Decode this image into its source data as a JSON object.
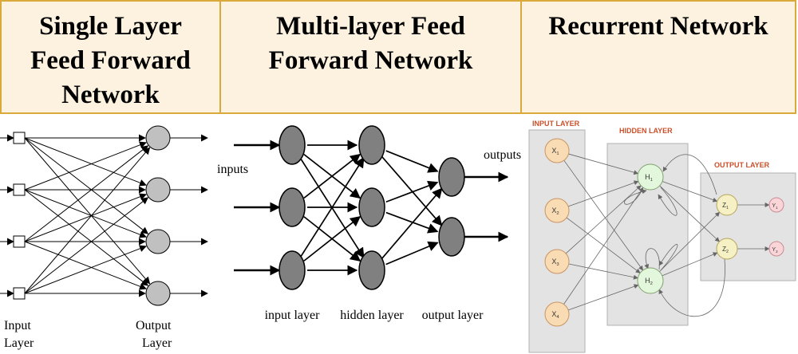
{
  "headers": [
    {
      "lines": [
        "Single Layer",
        "Feed Forward",
        "Network"
      ]
    },
    {
      "lines": [
        "Multi-layer Feed",
        "Forward Network"
      ]
    },
    {
      "lines": [
        "Recurrent Network"
      ]
    }
  ],
  "single_layer": {
    "input_label": [
      "Input",
      "Layer"
    ],
    "output_label": [
      "Output",
      "Layer"
    ]
  },
  "multi_layer": {
    "inputs_label": "inputs",
    "outputs_label": "outputs",
    "input_layer_label": "input layer",
    "hidden_layer_label": "hidden layer",
    "output_layer_label": "output layer"
  },
  "recurrent": {
    "input_layer_title": "INPUT LAYER",
    "hidden_layer_title": "HIDDEN LAYER",
    "output_layer_title": "OUTPUT LAYER",
    "input_nodes": [
      {
        "base": "X",
        "sub": "1"
      },
      {
        "base": "X",
        "sub": "2"
      },
      {
        "base": "X",
        "sub": "3"
      },
      {
        "base": "X",
        "sub": "4"
      }
    ],
    "hidden_nodes": [
      {
        "base": "H",
        "sub": "1"
      },
      {
        "base": "H",
        "sub": "2"
      }
    ],
    "z_nodes": [
      {
        "base": "Z",
        "sub": "1"
      },
      {
        "base": "Z",
        "sub": "2"
      }
    ],
    "y_nodes": [
      {
        "base": "Y",
        "sub": "1"
      },
      {
        "base": "Y",
        "sub": "2"
      }
    ],
    "colors": {
      "title": "#c8502a",
      "input_fill": "#f9dcb4",
      "input_stroke": "#c99462",
      "hidden_fill": "#e3f7dc",
      "hidden_stroke": "#7fa36e",
      "z_fill": "#f6f1c4",
      "z_stroke": "#b4a55a",
      "y_fill": "#f9d5d8",
      "y_stroke": "#c88c94",
      "box_fill": "#e3e3e3",
      "box_stroke": "#b0b0b0"
    }
  }
}
